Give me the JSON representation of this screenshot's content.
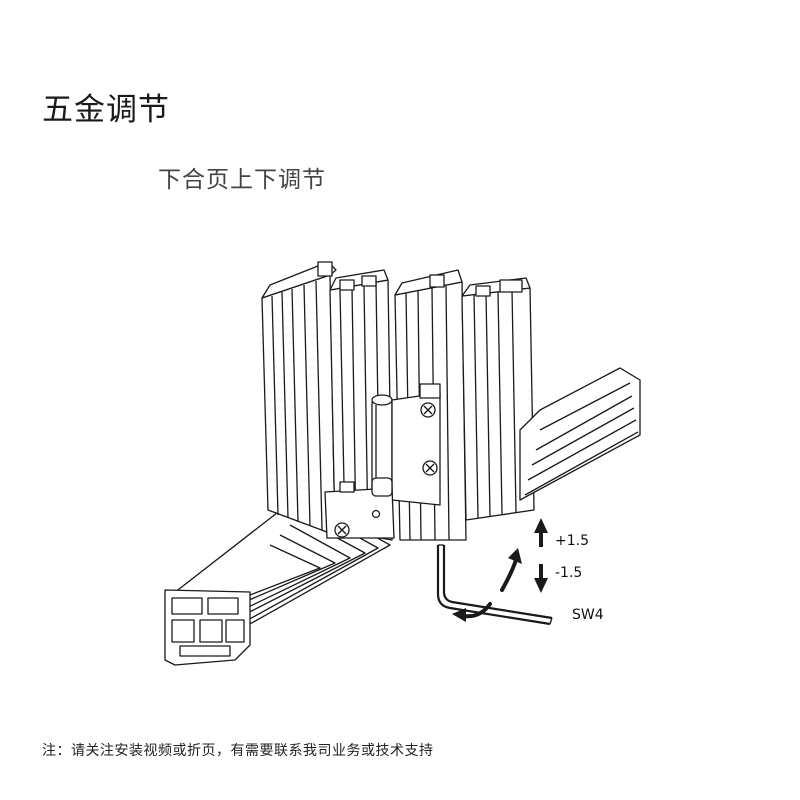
{
  "title": "五金调节",
  "subtitle": "下合页上下调节",
  "illustration": {
    "label_up": "+1.5",
    "label_down": "-1.5",
    "tool_label": "SW4"
  },
  "footnote": "注：请关注安装视频或折页，有需要联系我司业务或技术支持",
  "colors": {
    "line": "#1a1a1a",
    "fill": "#ffffff",
    "shade": "#f2f2f2"
  }
}
